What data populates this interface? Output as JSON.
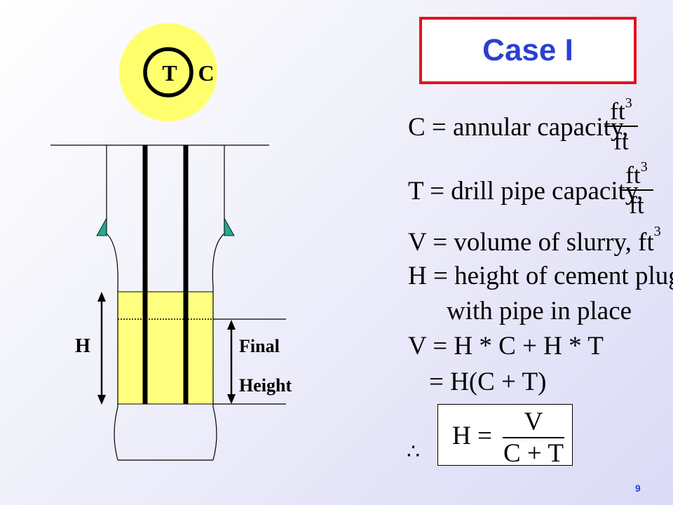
{
  "diagram": {
    "cross_section": {
      "inner_label": "T",
      "outer_label": "C"
    },
    "label_h": "H",
    "label_final": "Final",
    "label_height": "Height"
  },
  "title": "Case I",
  "definitions": {
    "c_text": "C = annular capacity,",
    "t_text": "T = drill pipe capacity,",
    "unit_num": "ft",
    "unit_exp": "3",
    "unit_den": "ft",
    "v_text": "V = volume of slurry, ft",
    "v_exp": "3",
    "h_line1": "H = height of cement plug",
    "h_line2": "with pipe in place"
  },
  "equations": {
    "eq1": "V = H * C + H * T",
    "eq2": "= H(C + T)",
    "therefore": "∴",
    "result_lhs": "H =",
    "result_num": "V",
    "result_den": "C + T"
  },
  "page_number": "9",
  "colors": {
    "title_border": "#e0141e",
    "title_text": "#2b3fd1",
    "cement_fill": "#ffff80",
    "cross_section_fill": "#ffff6e",
    "shoe_teal": "#22a98e"
  }
}
